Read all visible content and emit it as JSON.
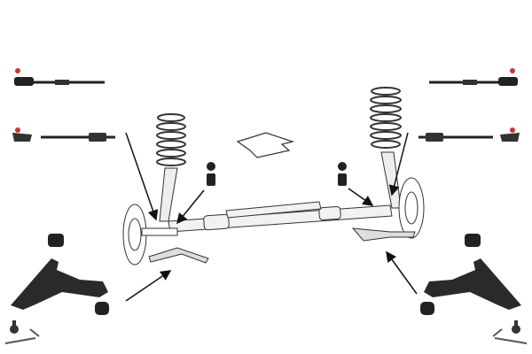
{
  "diagram": {
    "labels": [],
    "colors": {
      "part": "#222222",
      "part_light": "#555555",
      "outline": "#333333",
      "arrow": "#111111",
      "background": "#ffffff"
    },
    "parts": [
      "tie-rod-assembly",
      "tie-rod-end",
      "coil-spring",
      "shock-absorber",
      "stabilizer-link",
      "steering-rack",
      "wheel-hub",
      "control-arm",
      "bushing",
      "ball-joint",
      "direction-arrow"
    ]
  }
}
